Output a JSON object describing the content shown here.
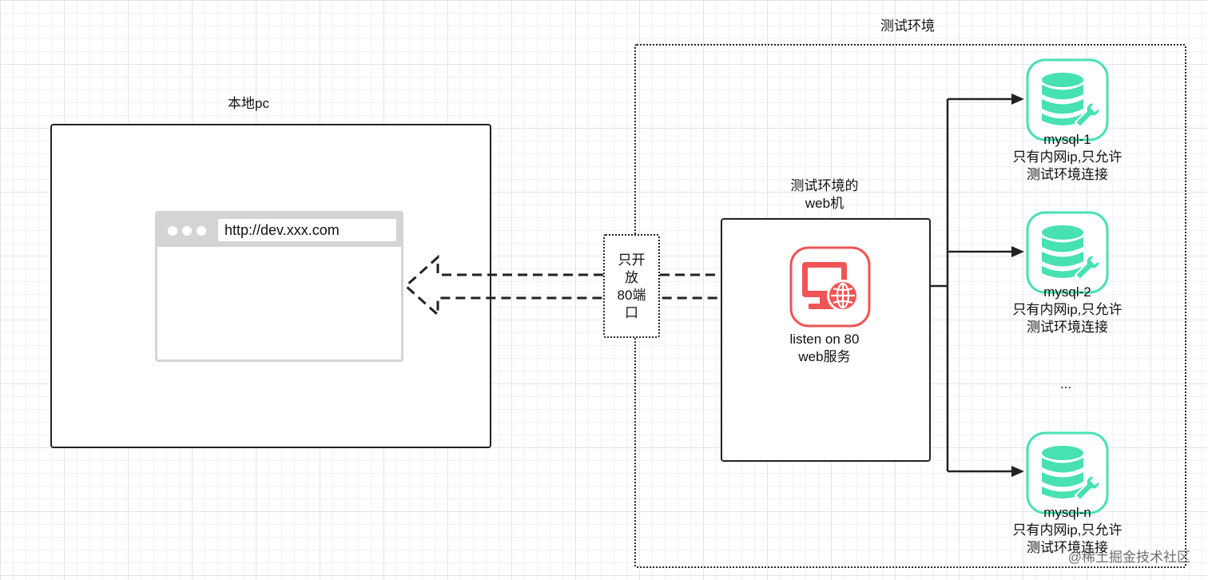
{
  "test_env": {
    "title": "测试环境"
  },
  "local_pc": {
    "title": "本地pc",
    "browser": {
      "url": "http://dev.xxx.com"
    }
  },
  "firewall": {
    "lines": [
      "只开",
      "放",
      "80端",
      "口"
    ]
  },
  "web_machine": {
    "title_lines": [
      "测试环境的",
      "web机"
    ],
    "service_lines": [
      "listen on 80",
      "web服务"
    ]
  },
  "databases": [
    {
      "name": "mysql-1",
      "desc_lines": [
        "只有内网ip,只允许",
        "测试环境连接"
      ]
    },
    {
      "name": "mysql-2",
      "desc_lines": [
        "只有内网ip,只允许",
        "测试环境连接"
      ]
    },
    {
      "name": "mysql-n",
      "desc_lines": [
        "只有内网ip,只允许",
        "测试环境连接"
      ]
    }
  ],
  "ellipsis": "...",
  "watermark": "@稀土掘金技术社区",
  "colors": {
    "web_icon": "#f05454",
    "db_icon": "#47e1b2",
    "line": "#222222"
  }
}
